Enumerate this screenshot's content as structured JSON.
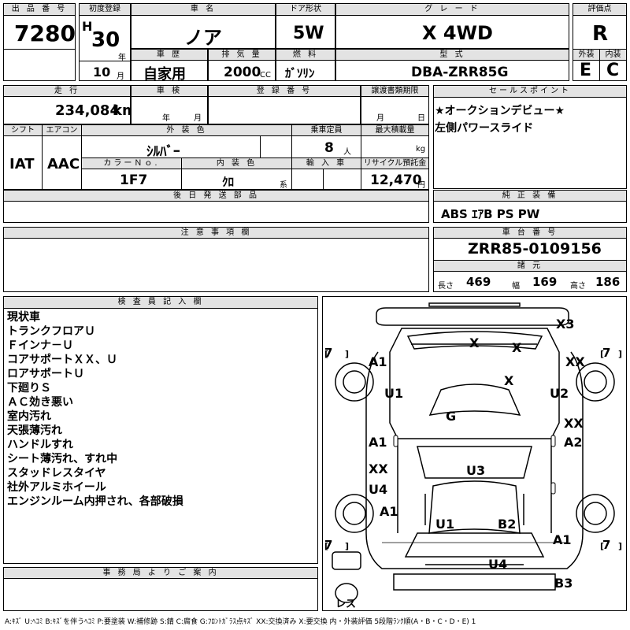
{
  "lot": {
    "header": "出 品 番 号",
    "value": "7280"
  },
  "first_reg": {
    "header": "初度登録",
    "era": "H",
    "year": "30",
    "year_unit": "年",
    "month": "10",
    "month_unit": "月"
  },
  "car_name": {
    "header": "車 名",
    "value": "ノア"
  },
  "door": {
    "header": "ドア形状",
    "value": "5W"
  },
  "grade": {
    "header": "グ レ ー ド",
    "value": "X 4WD"
  },
  "score": {
    "header": "評価点",
    "value": "R"
  },
  "history": {
    "header": "車 歴",
    "value": "自家用"
  },
  "displacement": {
    "header": "排 気 量",
    "value": "2000",
    "unit": "CC"
  },
  "fuel": {
    "header": "燃 料",
    "value": "ｶﾞｿﾘﾝ"
  },
  "model": {
    "header": "型 式",
    "value": "DBA-ZRR85G"
  },
  "exterior_grade": {
    "header": "外装",
    "value": "E"
  },
  "interior_grade": {
    "header": "内装",
    "value": "C"
  },
  "mileage": {
    "header": "走 行",
    "value": "234,084",
    "unit": "km"
  },
  "inspection": {
    "header": "車 検",
    "year_unit": "年",
    "month_unit": "月"
  },
  "registration": {
    "header": "登 録 番 号"
  },
  "transfer_deadline": {
    "header": "譲渡書類期限",
    "month_unit": "月",
    "day_unit": "日"
  },
  "shift": {
    "header": "シフト",
    "value": "IAT"
  },
  "aircon": {
    "header": "エアコン",
    "value": "AAC"
  },
  "ext_color": {
    "header": "外 装 色",
    "value": "ｼﾙﾊﾞｰ"
  },
  "capacity": {
    "header": "乗車定員",
    "value": "8",
    "unit": "人"
  },
  "max_load": {
    "header": "最大積載量",
    "unit": "kg"
  },
  "color_no": {
    "header": "カラーＮｏ.",
    "value": "1F7"
  },
  "int_color": {
    "header": "内 装 色",
    "value": "ｸﾛ",
    "unit": "系"
  },
  "import": {
    "header": "輸 入 車"
  },
  "recycle": {
    "header": "リサイクル預託金",
    "value": "12,470",
    "unit": "円"
  },
  "later_parts": {
    "header": "後 日 発 送 部 品"
  },
  "sales_points": {
    "header": "セールスポイント",
    "lines": [
      "★オークションデビュー★",
      "左側パワースライド"
    ]
  },
  "equipment": {
    "header": "純 正 装 備",
    "value": "ABS ｴｱB PS PW"
  },
  "caution": {
    "header": "注 意 事 項 欄"
  },
  "chassis": {
    "header": "車 台 番 号",
    "value": "ZRR85-0109156"
  },
  "specs": {
    "header": "諸 元",
    "length_label": "長さ",
    "length": "469",
    "width_label": "幅",
    "width": "169",
    "height_label": "高さ",
    "height": "186"
  },
  "inspector": {
    "header": "検 査 員 記 入 欄",
    "lines": [
      "現状車",
      "トランクフロアＵ",
      "Ｆインナ－Ｕ",
      "コアサポートＸＸ、Ｕ",
      "ロアサポートＵ",
      "下廻りＳ",
      "ＡＣ効き悪い",
      "室内汚れ",
      "天張薄汚れ",
      "ハンドルすれ",
      "シート薄汚れ、すれ中",
      "スタッドレスタイヤ",
      "社外アルミホイール",
      "エンジンルーム内押され、各部破損"
    ]
  },
  "office": {
    "header": "事 務 局 よ り ご 案 内"
  },
  "diagram": {
    "tire_label": "7",
    "spare_label": "レス",
    "marks": {
      "x3": "X3",
      "windshield_x1": "X",
      "windshield_x2": "X",
      "hood": "X",
      "a1_fl": "A1",
      "xx_fr": "XX",
      "u1_fl": "U1",
      "u2_fr": "U2",
      "g": "G",
      "xx_r_door": "XX",
      "a1_l_door": "A1",
      "a2_r_door": "A2",
      "xx_l_rear": "XX",
      "u4_l_rear": "U4",
      "u3_roof": "U3",
      "a1_rl": "A1",
      "u1_rear": "U1",
      "b2_rear": "B2",
      "a1_rr": "A1",
      "u4_bumper": "U4",
      "b3_rear": "B3"
    }
  },
  "legend": "A:ｷｽﾞ U:ﾍｺﾐ B:ｷｽﾞを伴うﾍｺﾐ P:要塗装 W:補修跡 S:錆 C:腐食 G:ﾌﾛﾝﾄｶﾞﾗｽ点ｷｽﾞ XX:交換済み X:要交換  内・外装評価 5段階ﾗﾝｸ順(A・B・C・D・E) 1"
}
